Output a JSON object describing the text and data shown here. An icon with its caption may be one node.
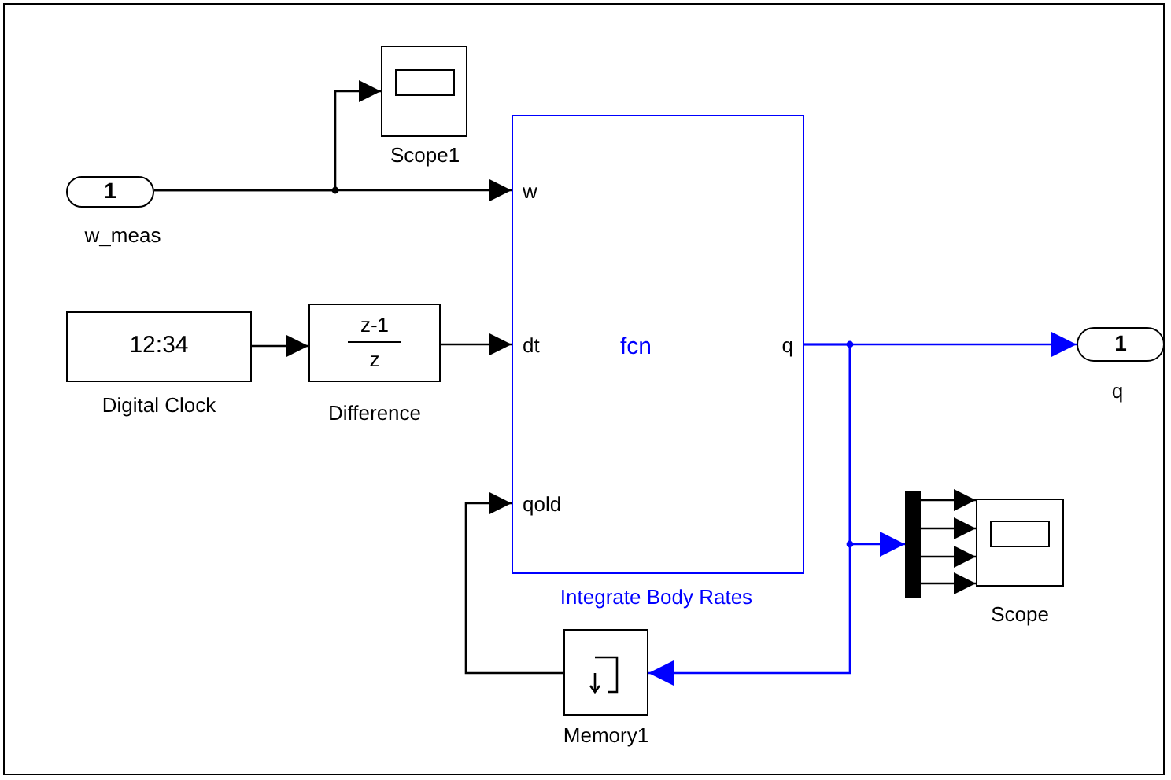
{
  "diagram": {
    "nodes": [
      {
        "text": [
          "1"
        ],
        "beside": [
          "w_meas"
        ]
      },
      {
        "text": [],
        "shape": "box",
        "beside": [
          "Scope1"
        ]
      },
      {
        "text": [
          "12:34"
        ],
        "beside": [
          "Digital Clock"
        ]
      },
      {
        "text": [
          "z-1",
          "z"
        ],
        "beside": [
          "Difference"
        ]
      },
      {
        "text": [
          "w",
          "dt",
          "fcn",
          "q",
          "qold"
        ],
        "beside": [
          "Integrate Body Rates"
        ]
      },
      {
        "text": [
          "1"
        ],
        "beside": [
          "q"
        ]
      },
      {
        "text": [],
        "shape": "bar"
      },
      {
        "text": [],
        "shape": "box",
        "beside": [
          "Scope"
        ]
      },
      {
        "text": [],
        "shape": "box",
        "beside": [
          "Memory1"
        ]
      }
    ],
    "edges": [
      {
        "from": 0,
        "to": 1,
        "arrow": "to"
      },
      {
        "from": 0,
        "to": 4,
        "arrow": "to"
      },
      {
        "from": 2,
        "to": 3,
        "arrow": "to"
      },
      {
        "from": 3,
        "to": 4,
        "arrow": "to"
      },
      {
        "from": 4,
        "to": 5,
        "arrow": "to",
        "color": "#0000ff"
      },
      {
        "from": 4,
        "to": 6,
        "arrow": "to",
        "color": "#0000ff"
      },
      {
        "from": 4,
        "to": 8,
        "arrow": "to",
        "color": "#0000ff"
      },
      {
        "from": 8,
        "to": 4,
        "arrow": "to"
      },
      {
        "from": 6,
        "to": 7,
        "arrow": "to"
      },
      {
        "from": 6,
        "to": 7,
        "arrow": "to"
      },
      {
        "from": 6,
        "to": 7,
        "arrow": "to"
      },
      {
        "from": 6,
        "to": 7,
        "arrow": "to"
      }
    ]
  }
}
